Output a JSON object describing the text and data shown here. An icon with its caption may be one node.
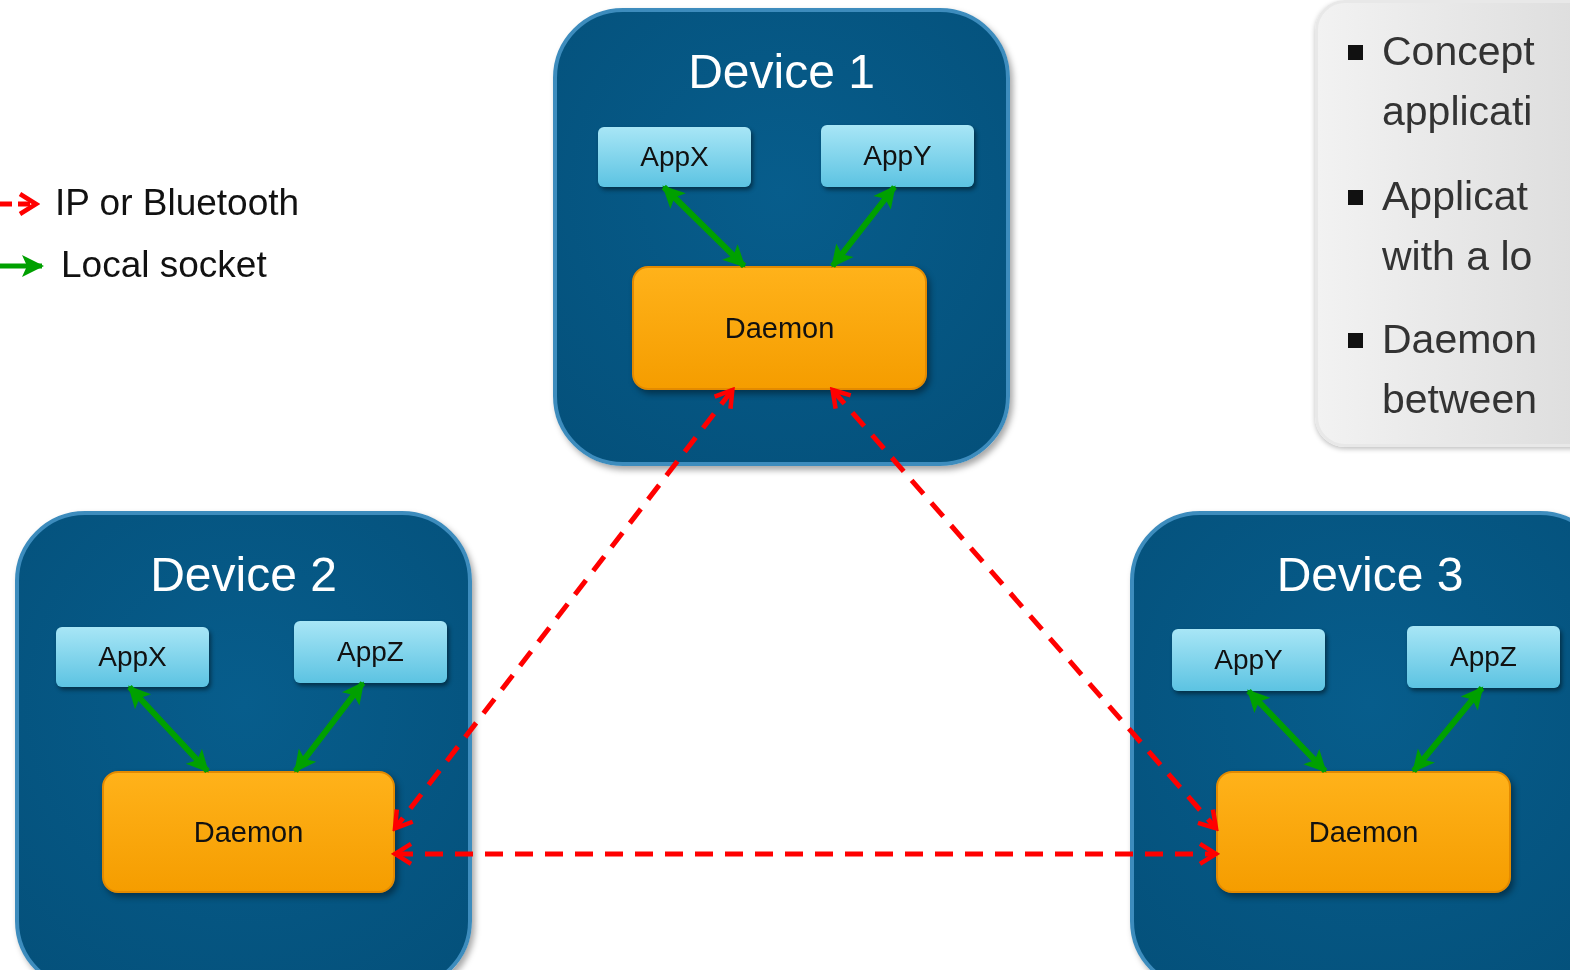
{
  "diagram": {
    "nodes": [
      {
        "text": [
          "Device 1"
        ]
      },
      {
        "text": [
          "AppX"
        ],
        "in": 0
      },
      {
        "text": [
          "AppY"
        ],
        "in": 0
      },
      {
        "text": [
          "Daemon"
        ],
        "in": 0
      },
      {
        "text": [
          "Device 2"
        ]
      },
      {
        "text": [
          "AppX"
        ],
        "in": 4
      },
      {
        "text": [
          "AppZ"
        ],
        "in": 4
      },
      {
        "text": [
          "Daemon"
        ],
        "in": 4
      },
      {
        "text": [
          "Device 3"
        ]
      },
      {
        "text": [
          "AppY"
        ],
        "in": 8
      },
      {
        "text": [
          "AppZ"
        ],
        "in": 8
      },
      {
        "text": [
          "Daemon"
        ],
        "in": 8
      },
      {
        "text": [
          "Concept applicati",
          "Applicat with a lo",
          "Daemon between"
        ]
      }
    ],
    "edges": [
      {
        "from": 1,
        "to": 3,
        "arrow": "both"
      },
      {
        "from": 2,
        "to": 3,
        "arrow": "both"
      },
      {
        "from": 5,
        "to": 7,
        "arrow": "both"
      },
      {
        "from": 6,
        "to": 7,
        "arrow": "both"
      },
      {
        "from": 9,
        "to": 11,
        "arrow": "both"
      },
      {
        "from": 10,
        "to": 11,
        "arrow": "both"
      },
      {
        "from": 3,
        "to": 7,
        "arrow": "both",
        "style": "dashed",
        "color": "#ff0000"
      },
      {
        "from": 3,
        "to": 11,
        "arrow": "both",
        "style": "dashed",
        "color": "#ff0000"
      },
      {
        "from": 7,
        "to": 11,
        "arrow": "both",
        "style": "dashed",
        "color": "#ff0000"
      }
    ],
    "legend": [
      {
        "text": "IP or Bluetooth"
      },
      {
        "text": "Local socket"
      }
    ]
  }
}
